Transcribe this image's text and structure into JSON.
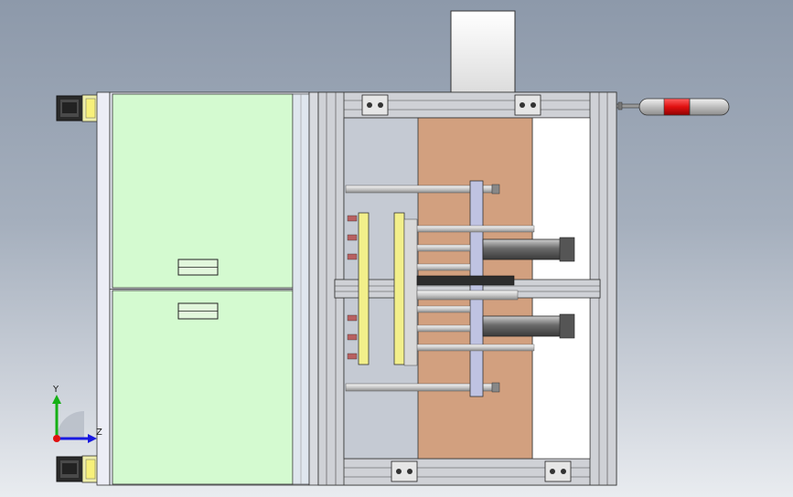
{
  "viewport": {
    "background_top": "#8d99aa",
    "background_bottom": "#e9ecf0",
    "frame_color": "#c9cbd0",
    "cabinet_color": "#d4fad0",
    "plate_color": "#d2a07f",
    "panel_color": "#c5cad3",
    "yellow_block_color": "#f2ef8a",
    "stack_light_red": "#e01010"
  },
  "triad": {
    "y_label": "Y",
    "z_label": "Z",
    "y_color": "#15b015",
    "z_color": "#1717e0"
  },
  "components": [
    "caster-wheel-top",
    "caster-wheel-bottom",
    "electrical-cabinet",
    "aluminum-frame",
    "stack-light",
    "hopper",
    "pneumatic-cylinders"
  ]
}
